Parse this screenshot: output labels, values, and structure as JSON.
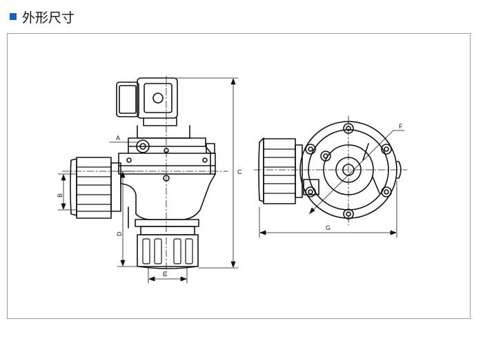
{
  "section": {
    "title": "外形尺寸",
    "accent_color": "#1565c0"
  },
  "drawing": {
    "labels": {
      "a": "A",
      "b": "B",
      "c": "C",
      "d": "D",
      "e": "E",
      "f": "F",
      "g": "G"
    }
  }
}
